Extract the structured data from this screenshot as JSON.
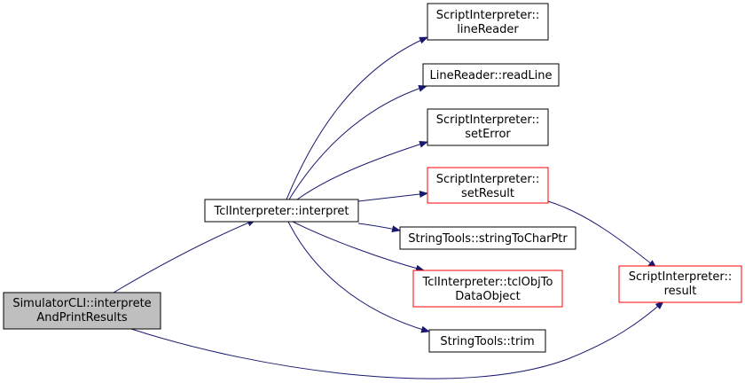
{
  "colors": {
    "edge": "#191970",
    "node_border_default": "#000000",
    "node_border_incomplete": "#ff0000",
    "focus_fill": "#bfbfbf",
    "focus_border": "#000000"
  },
  "nodes": {
    "simulator_cli": [
      "SimulatorCLI::interprete",
      "AndPrintResults"
    ],
    "tcl_interpret": [
      "TclInterpreter::interpret"
    ],
    "si_line_reader": [
      "ScriptInterpreter::",
      "lineReader"
    ],
    "line_reader_read_line": [
      "LineReader::readLine"
    ],
    "si_set_error": [
      "ScriptInterpreter::",
      "setError"
    ],
    "si_set_result": [
      "ScriptInterpreter::",
      "setResult"
    ],
    "string_to_char_ptr": [
      "StringTools::stringToCharPtr"
    ],
    "tcl_obj_to_data_object": [
      "TclInterpreter::tclObjTo",
      "DataObject"
    ],
    "string_trim": [
      "StringTools::trim"
    ],
    "si_result": [
      "ScriptInterpreter::",
      "result"
    ]
  }
}
